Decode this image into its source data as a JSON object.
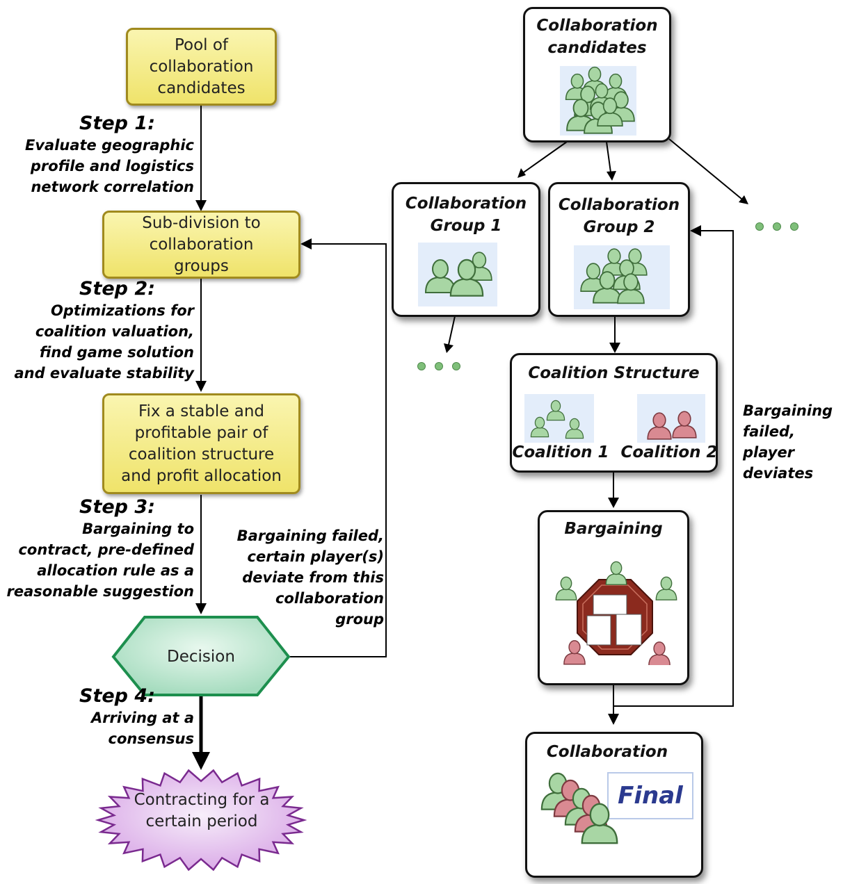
{
  "flow": {
    "pool": [
      "Pool of",
      "collaboration",
      "candidates"
    ],
    "subdivision": [
      "Sub-division to",
      "collaboration",
      "groups"
    ],
    "fix": [
      "Fix a stable and",
      "profitable pair of",
      "coalition structure",
      "and profit allocation"
    ],
    "decision": "Decision",
    "contracting": [
      "Contracting for a",
      "certain period"
    ]
  },
  "steps": [
    {
      "title": "Step 1:",
      "lines": [
        "Evaluate geographic",
        "profile and logistics",
        "network correlation"
      ]
    },
    {
      "title": "Step 2:",
      "lines": [
        "Optimizations for",
        "coalition valuation,",
        "find game solution",
        "and evaluate stability"
      ]
    },
    {
      "title": "Step 3:",
      "lines": [
        "Bargaining to",
        "contract, pre-defined",
        "allocation rule as a",
        "reasonable suggestion"
      ]
    },
    {
      "title": "Step 4:",
      "lines": [
        "Arriving at a",
        "consensus"
      ]
    }
  ],
  "feedback_left": [
    "Bargaining failed,",
    "certain player(s)",
    "deviate from this",
    "collaboration",
    "group"
  ],
  "feedback_right": [
    "Bargaining",
    "failed,",
    "player",
    "deviates"
  ],
  "panels": {
    "candidates": [
      "Collaboration",
      "candidates"
    ],
    "group1": [
      "Collaboration",
      "Group 1"
    ],
    "group2": [
      "Collaboration",
      "Group 2"
    ],
    "structure": "Coalition Structure",
    "coalition1": "Coalition 1",
    "coalition2": "Coalition 2",
    "bargaining": "Bargaining",
    "collaboration": "Collaboration",
    "final": "Final"
  },
  "colors": {
    "person_green": "#a8d6a4",
    "person_red": "#d98a92",
    "box_yellow": "#f2e77c",
    "decision_green": "#b4e6cc",
    "contract_purple": "#e4c2ee",
    "octagon": "#8b2a1e",
    "final_text": "#2b3a8f"
  }
}
